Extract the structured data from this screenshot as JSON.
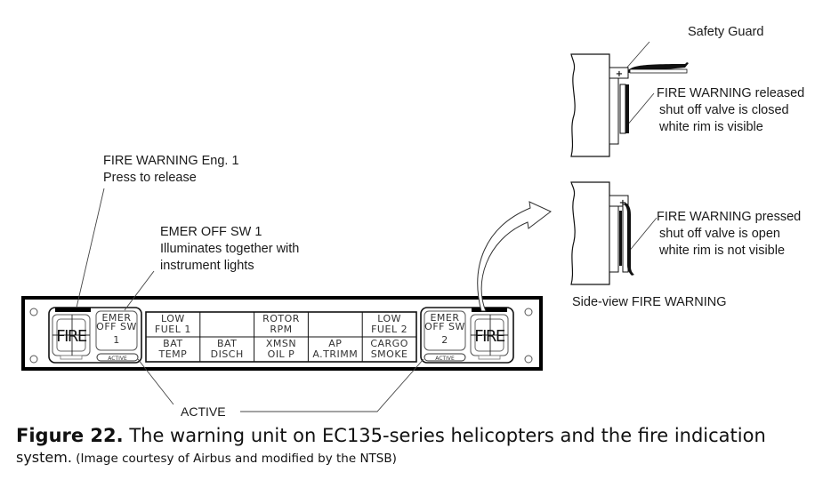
{
  "callouts": {
    "fire_warning_eng1": {
      "line1": "FIRE WARNING Eng. 1",
      "line2": "Press to release"
    },
    "emer_off_sw1": {
      "line1": "EMER OFF SW 1",
      "line2": "Illuminates together with",
      "line3": "instrument lights"
    },
    "active": "ACTIVE",
    "safety_guard": "Safety Guard",
    "released": {
      "line1": "FIRE WARNING released",
      "line2": "shut off valve is closed",
      "line3": "white rim is visible"
    },
    "pressed": {
      "line1": "FIRE WARNING pressed",
      "line2": "shut off valve is open",
      "line3": "white rim is not visible"
    },
    "side_view_title": "Side-view FIRE WARNING"
  },
  "panel": {
    "fire_button_label": "FIRE",
    "emer_switch": {
      "line1": "EMER",
      "line2": "OFF SW"
    },
    "emer_switch_left_number": "1",
    "emer_switch_right_number": "2",
    "active_label": "ACTIVE",
    "plus_symbol": "+",
    "warning_cells": [
      {
        "top": "LOW",
        "bottom": "FUEL  1"
      },
      {
        "top": "",
        "bottom": ""
      },
      {
        "top": "ROTOR",
        "bottom": "RPM"
      },
      {
        "top": "",
        "bottom": ""
      },
      {
        "top": "LOW",
        "bottom": "FUEL  2"
      },
      {
        "top": "BAT",
        "bottom": "TEMP"
      },
      {
        "top": "BAT",
        "bottom": "DISCH"
      },
      {
        "top": "XMSN",
        "bottom": "OIL  P"
      },
      {
        "top": "AP",
        "bottom": "A.TRIMM"
      },
      {
        "top": "CARGO",
        "bottom": "SMOKE"
      }
    ]
  },
  "caption": {
    "figure_label": "Figure 22.",
    "text": " The warning unit on EC135-series helicopters and the fire indication",
    "text_line2": "system.",
    "credit": " (Image courtesy of Airbus and modified by the NTSB)"
  }
}
